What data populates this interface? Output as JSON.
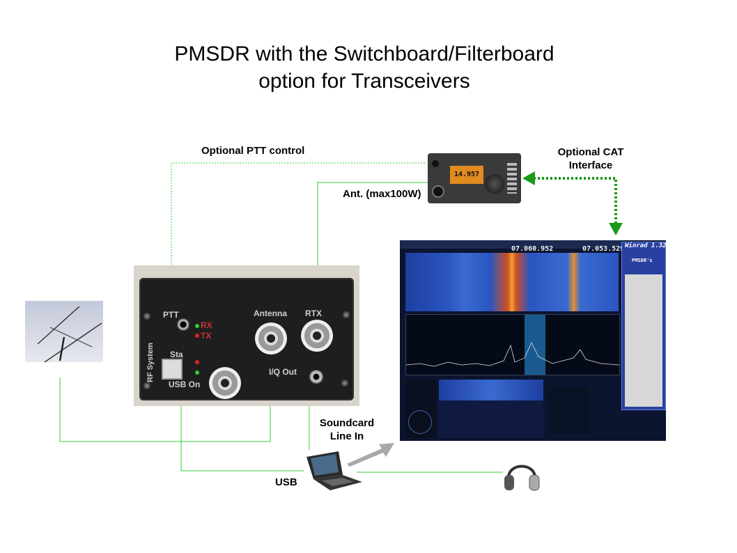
{
  "title": {
    "line1": "PMSDR with the Switchboard/Filterboard",
    "line2": "option for Transceivers"
  },
  "labels": {
    "ptt_control": "Optional PTT control",
    "cat_interface_line1": "Optional CAT",
    "cat_interface_line2": "Interface",
    "antenna_max": "Ant. (max100W)",
    "soundcard_line1": "Soundcard",
    "soundcard_line2": "Line In",
    "usb": "USB"
  },
  "device": {
    "ptt": "PTT",
    "rx": "RX",
    "tx": "TX",
    "antenna": "Antenna",
    "rtx": "RTX",
    "sta": "Sta",
    "usb_on": "USB  On",
    "iq_out": "I/Q Out",
    "brand": "RF System"
  },
  "radio": {
    "display": "14.957"
  },
  "screen": {
    "app_title": "Winrad 1.32",
    "freq_main": "07.060.952",
    "freq_lo": "07.053.529",
    "plugin": "PMSDR's"
  },
  "colors": {
    "wire": "#33cc33",
    "cat_link": "#1a9a1a",
    "arrow": "#a0a0a0"
  }
}
